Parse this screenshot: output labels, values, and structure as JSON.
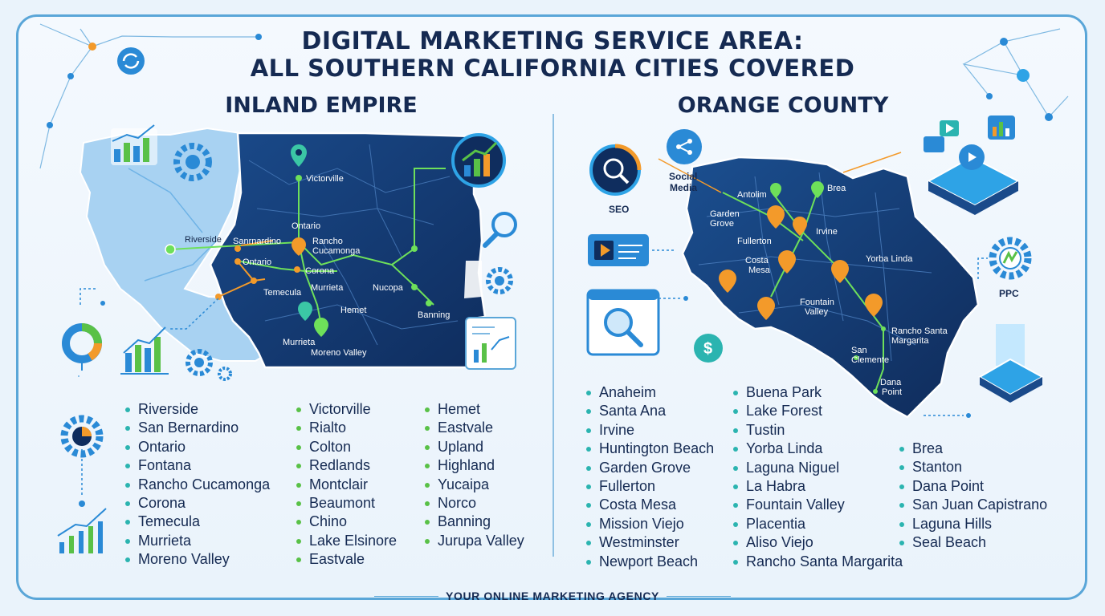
{
  "title": {
    "line1": "DIGITAL MARKETING SERVICE AREA:",
    "line2": "ALL SOUTHERN CALIFORNIA CITIES COVERED"
  },
  "inland_empire": {
    "heading": "INLAND EMPIRE",
    "map_labels": {
      "victorville": "Victorville",
      "riverside": "Riverside",
      "san_bernardino": "Sanrnardino",
      "ontario_top": "Ontario",
      "rancho": "Rancho",
      "cucamonga": "Cucamonga",
      "ontario": "Ontario",
      "corona": "Corona",
      "temecula": "Temecula",
      "murrieta": "Murrieta",
      "nucopa": "Nucopa",
      "hemet": "Hemet",
      "banning": "Banning",
      "murrieta2": "Murrieta",
      "moreno_valley": "Moreno Valley"
    },
    "cities_col1": [
      "Riverside",
      "San Bernardino",
      "Ontario",
      "Fontana",
      "Rancho Cucamonga",
      "Corona",
      "Temecula",
      "Murrieta",
      "Moreno Valley"
    ],
    "cities_col2": [
      "Victorville",
      "Rialto",
      "Colton",
      "Redlands",
      "Montclair",
      "Beaumont",
      "Chino",
      "Lake Elsinore",
      "Eastvale"
    ],
    "cities_col3": [
      "Hemet",
      "Eastvale",
      "Upland",
      "Highland",
      "Yucaipa",
      "Norco",
      "Banning",
      "Jurupa Valley"
    ]
  },
  "orange_county": {
    "heading": "ORANGE COUNTY",
    "icon_labels": {
      "seo": "SEO",
      "social_media_1": "Social",
      "social_media_2": "Media",
      "ppc": "PPC"
    },
    "map_labels": {
      "antolim": "Antolim",
      "brea": "Brea",
      "garden": "Garden",
      "grove": "Grove",
      "irvine": "Irvine",
      "fullerton": "Fullerton",
      "costa": "Costa",
      "mesa": "Mesa",
      "yorba_linda": "Yorba Linda",
      "fountain": "Fountain",
      "valley": "Valley",
      "rancho_santa": "Rancho Santa",
      "margarita": "Margarita",
      "san": "San",
      "clemente": "Clemente",
      "dana": "Dana",
      "point": "Point"
    },
    "cities_col1": [
      "Anaheim",
      "Santa Ana",
      "Irvine",
      "Huntington Beach",
      "Garden Grove",
      "Fullerton",
      "Costa Mesa",
      "Mission Viejo",
      "Westminster",
      "Newport Beach"
    ],
    "cities_col2": [
      "Buena Park",
      "Lake Forest",
      "Tustin",
      "Yorba Linda",
      "Laguna Niguel",
      "La Habra",
      "Fountain Valley",
      "Placentia",
      "Aliso Viejo",
      "Rancho Santa Margarita"
    ],
    "cities_col3": [
      "Brea",
      "Stanton",
      "Dana Point",
      "San Juan Capistrano",
      "Laguna Hills",
      "Seal Beach"
    ]
  },
  "footer": "YOUR ONLINE MARKETING AGENCY",
  "colors": {
    "navy": "#152a52",
    "map_dark": "#133b73",
    "map_light": "#a8d2f2",
    "accent_blue": "#2a8ad6",
    "green": "#59c147",
    "orange": "#f39a2a",
    "teal": "#2bb4b0"
  }
}
